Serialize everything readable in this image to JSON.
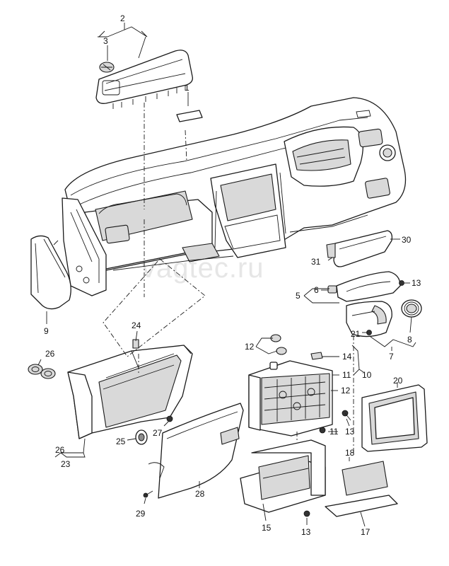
{
  "watermark": "vagtec.ru",
  "callouts": [
    {
      "id": "c1",
      "text": "1"
    },
    {
      "id": "c2",
      "text": "2"
    },
    {
      "id": "c3",
      "text": "3"
    },
    {
      "id": "c5",
      "text": "5"
    },
    {
      "id": "c6",
      "text": "6"
    },
    {
      "id": "c7",
      "text": "7"
    },
    {
      "id": "c8",
      "text": "8"
    },
    {
      "id": "c9",
      "text": "9"
    },
    {
      "id": "c10",
      "text": "10"
    },
    {
      "id": "c11a",
      "text": "11"
    },
    {
      "id": "c11b",
      "text": "11"
    },
    {
      "id": "c12a",
      "text": "12"
    },
    {
      "id": "c12b",
      "text": "12"
    },
    {
      "id": "c13a",
      "text": "13"
    },
    {
      "id": "c13b",
      "text": "13"
    },
    {
      "id": "c13c",
      "text": "13"
    },
    {
      "id": "c14",
      "text": "14"
    },
    {
      "id": "c15",
      "text": "15"
    },
    {
      "id": "c17",
      "text": "17"
    },
    {
      "id": "c18",
      "text": "18"
    },
    {
      "id": "c20",
      "text": "20"
    },
    {
      "id": "c21",
      "text": "21"
    },
    {
      "id": "c23",
      "text": "23"
    },
    {
      "id": "c24",
      "text": "24"
    },
    {
      "id": "c25",
      "text": "25"
    },
    {
      "id": "c26a",
      "text": "26"
    },
    {
      "id": "c26b",
      "text": "26"
    },
    {
      "id": "c27",
      "text": "27"
    },
    {
      "id": "c28",
      "text": "28"
    },
    {
      "id": "c29",
      "text": "29"
    },
    {
      "id": "c30",
      "text": "30"
    },
    {
      "id": "c31",
      "text": "31"
    }
  ]
}
